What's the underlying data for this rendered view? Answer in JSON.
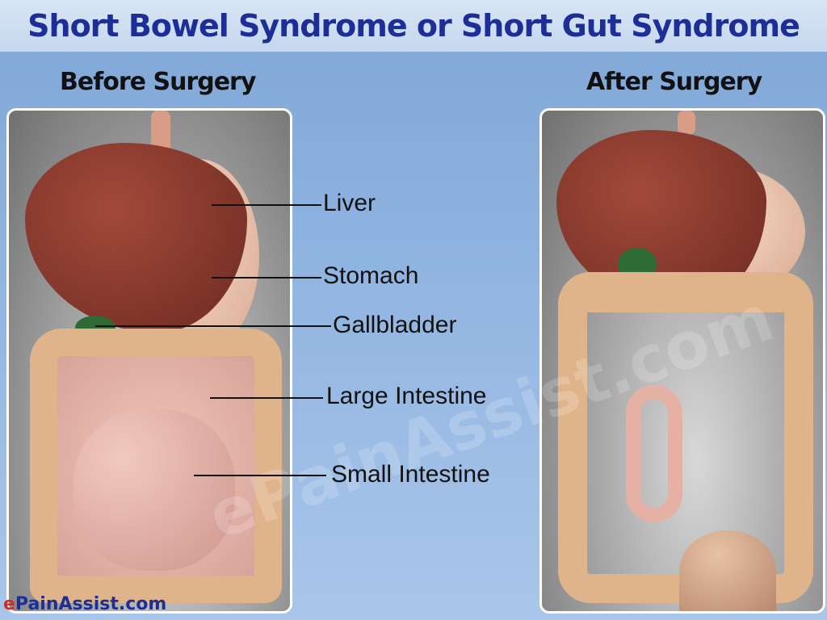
{
  "title": "Short Bowel Syndrome or Short Gut Syndrome",
  "before": {
    "heading": "Before Surgery"
  },
  "after": {
    "heading": "After Surgery"
  },
  "labels": {
    "liver": "Liver",
    "stomach": "Stomach",
    "gallbladder": "Gallbladder",
    "large_intestine": "Large Intestine",
    "small_intestine": "Small Intestine"
  },
  "watermark": "ePainAssist.com",
  "brand": {
    "prefix": "e",
    "name": "PainAssist",
    "suffix": ".com"
  },
  "colors": {
    "title": "#1d2f96",
    "liver": "#8b3a2e",
    "stomach": "#efcbb3",
    "gallbladder": "#2f6b34",
    "intestine": "#e4b78c",
    "brand": "#1d2f96",
    "brand_prefix": "#d42b2b"
  }
}
